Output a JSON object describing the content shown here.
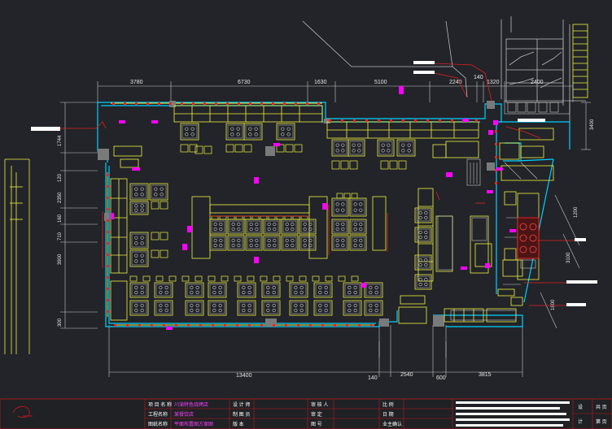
{
  "drawing": {
    "colors": {
      "background": "#222429",
      "wall": "#00d0ff",
      "furniture": "#f0f040",
      "dimension": "#c8c8c8",
      "column": "#7a7a7a",
      "tag": "#ff00ff",
      "leader": "#e02020",
      "equipment": "#ff2020",
      "titleblock": "#c01818"
    },
    "dims_top": [
      "3780",
      "6730",
      "1630",
      "5100",
      "2240",
      "140",
      "1320",
      "2400"
    ],
    "dims_bottom": [
      "13400",
      "140",
      "2540",
      "600",
      "3815"
    ],
    "dims_left": [
      "1744",
      "120",
      "2350",
      "160",
      "710",
      "3900",
      "300"
    ],
    "dims_right": [
      "3400",
      "1200",
      "3100",
      "1800"
    ]
  },
  "title_block": {
    "project_label": "项 目 名 称",
    "project_value": "川渝特色烧烤店",
    "drawing_label": "工程名称",
    "drawing_value": "某餐饮店",
    "sheet_label": "图纸名称",
    "sheet_value": "平面布置图方案图",
    "design_label": "设 计 师",
    "draw_label": "制 图 员",
    "check_label": "审 核 人",
    "approve_label": "审 定",
    "scale_label": "比 例",
    "date_label": "日 期",
    "owner_label": "业主确认",
    "sheet_no": "图 号",
    "version": "版 本",
    "company1": "设",
    "company2": "计",
    "tb_a": "共 页",
    "tb_b": "第 页"
  }
}
